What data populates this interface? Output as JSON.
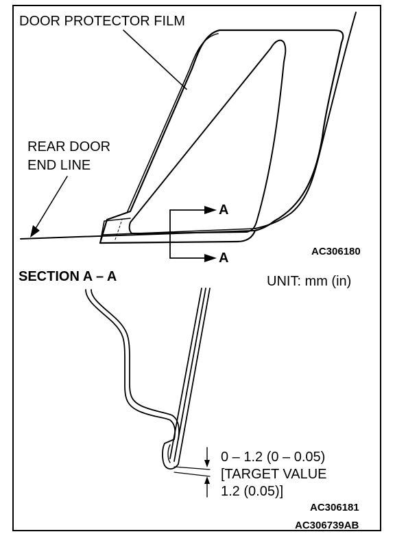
{
  "labels": {
    "film": "DOOR PROTECTOR FILM",
    "rear_line1": "REAR DOOR",
    "rear_line2": "END LINE",
    "section_a_top": "A",
    "section_a_bottom": "A",
    "code_top": "AC306180",
    "section_title": "SECTION A – A",
    "unit": "UNIT: mm (in)",
    "dim_line1": "0 – 1.2 (0 – 0.05)",
    "dim_line2": "[TARGET VALUE",
    "dim_line3": "1.2 (0.05)]",
    "code_bottom": "AC306181",
    "code_page": "AC306739AB"
  }
}
